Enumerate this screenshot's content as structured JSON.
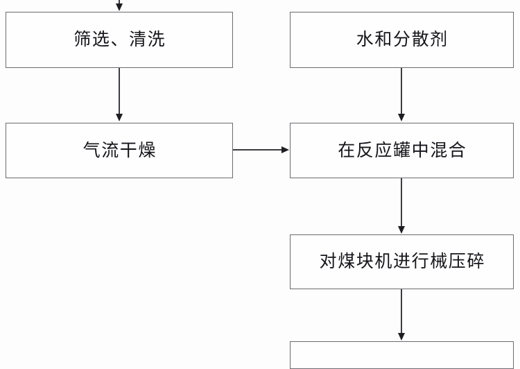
{
  "diagram": {
    "type": "flowchart",
    "orientation": "top-to-bottom, two columns",
    "title": "",
    "nodes": [
      {
        "id": "screen-wash",
        "label": "筛选、清洗",
        "column": "left",
        "order": 1
      },
      {
        "id": "air-dry",
        "label": "气流干燥",
        "column": "left",
        "order": 2
      },
      {
        "id": "water-dispersant",
        "label": "水和分散剂",
        "column": "right",
        "order": 1
      },
      {
        "id": "mix-reactor",
        "label": "在反应罐中混合",
        "column": "right",
        "order": 2
      },
      {
        "id": "crush-coal",
        "label": "对煤块机进行械压碎",
        "column": "right",
        "order": 3
      },
      {
        "id": "next-step",
        "label": "",
        "column": "right",
        "order": 4,
        "note": "cut off at bottom edge"
      }
    ],
    "edges": [
      {
        "id": "inflow",
        "from": "",
        "to": "screen-wash",
        "direction": "down"
      },
      {
        "id": "a",
        "from": "screen-wash",
        "to": "air-dry",
        "direction": "down"
      },
      {
        "id": "b",
        "from": "water-dispersant",
        "to": "mix-reactor",
        "direction": "down"
      },
      {
        "id": "c",
        "from": "air-dry",
        "to": "mix-reactor",
        "direction": "right"
      },
      {
        "id": "d",
        "from": "mix-reactor",
        "to": "crush-coal",
        "direction": "down"
      },
      {
        "id": "e",
        "from": "crush-coal",
        "to": "next-step",
        "direction": "down"
      }
    ],
    "colors": {
      "background": "#fdfdfd",
      "node_border": "#6b6b70",
      "node_fill": "#fefefe",
      "connector": "#3b3b40",
      "arrowhead": "#1d1d22",
      "text": "#15151a"
    }
  }
}
